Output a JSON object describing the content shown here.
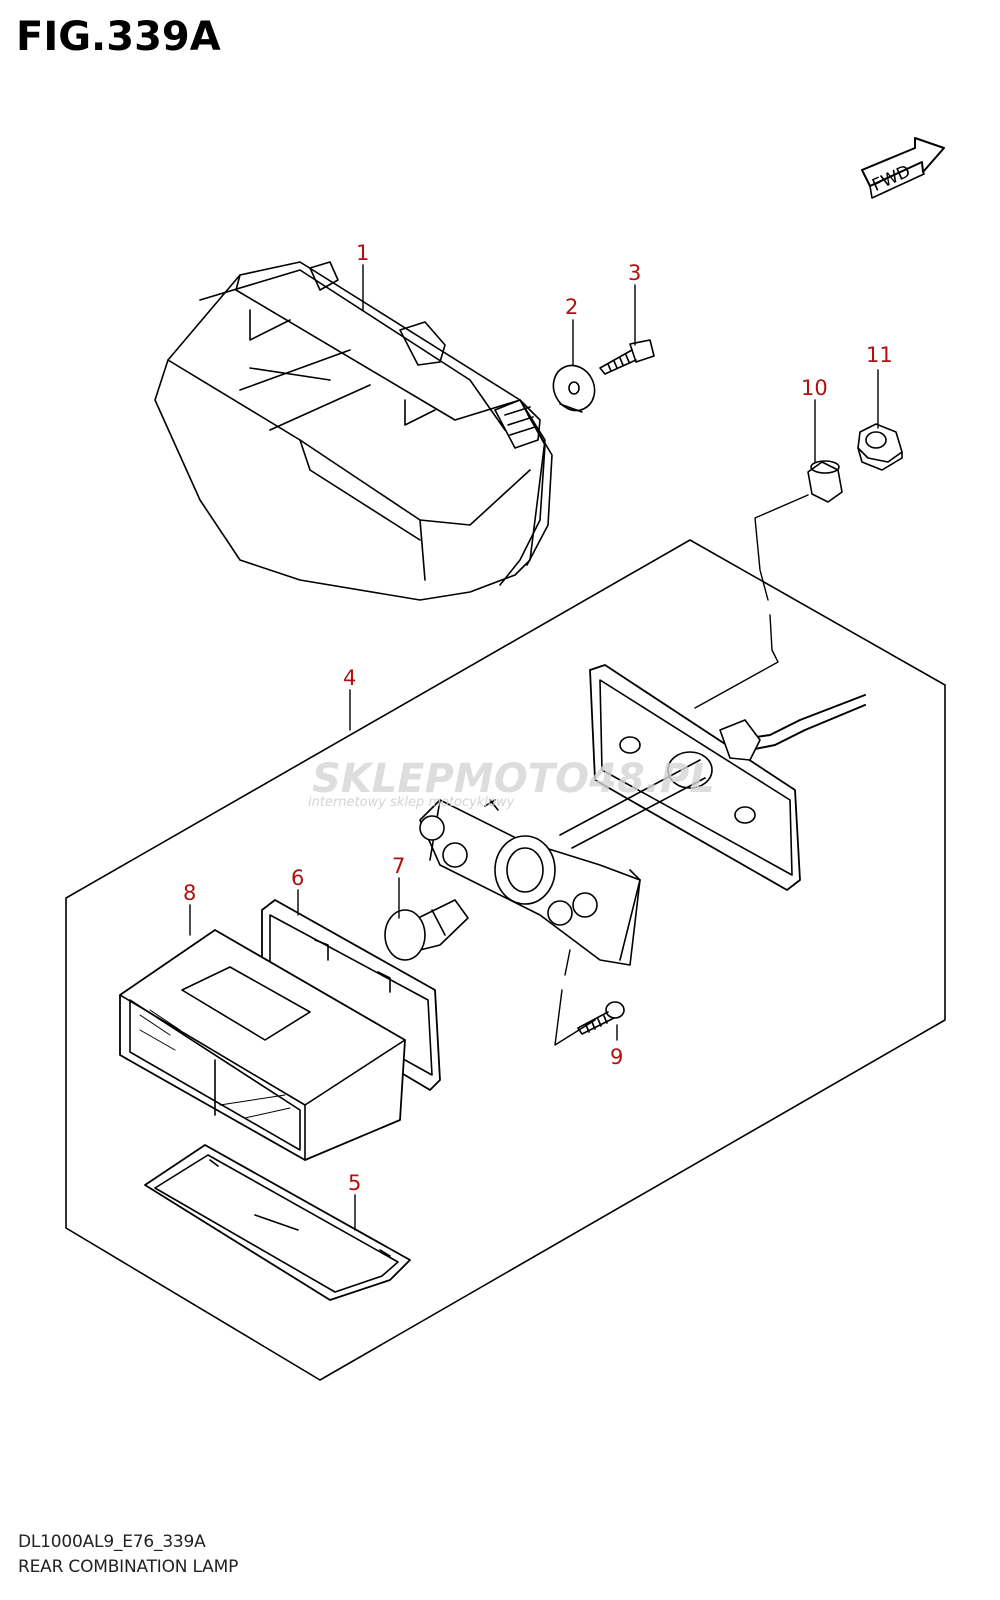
{
  "figure": {
    "title": "FIG.339A",
    "code": "DL1000AL9_E76_339A",
    "name": "REAR COMBINATION LAMP"
  },
  "fwd_label": "FWD",
  "watermark": {
    "main": "SKLEPMOTO48.PL",
    "sub": "internetowy sklep motocyklowy"
  },
  "callouts": [
    {
      "number": "1"
    },
    {
      "number": "2"
    },
    {
      "number": "3"
    },
    {
      "number": "4"
    },
    {
      "number": "5"
    },
    {
      "number": "6"
    },
    {
      "number": "7"
    },
    {
      "number": "8"
    },
    {
      "number": "9"
    },
    {
      "number": "10"
    },
    {
      "number": "11"
    }
  ],
  "colors": {
    "callout": "#b01010",
    "line": "#000000"
  }
}
